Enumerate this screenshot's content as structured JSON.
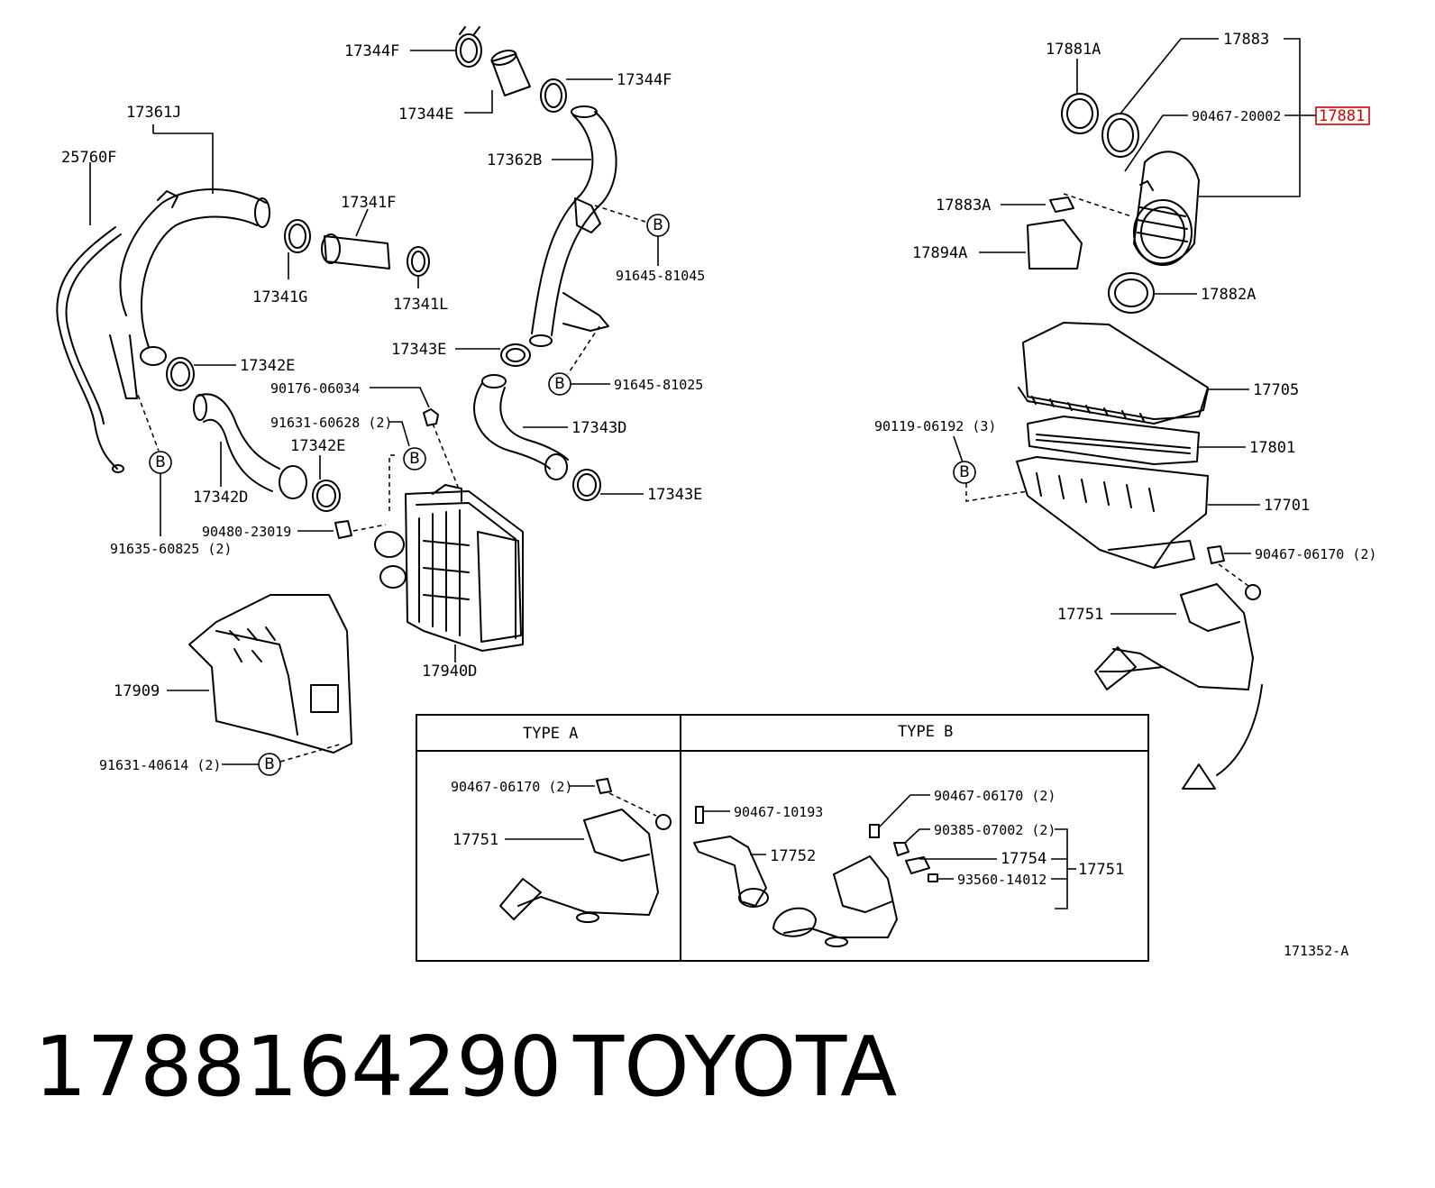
{
  "labels": {
    "l_17344F_a": "17344F",
    "l_17344F_b": "17344F",
    "l_17344E": "17344E",
    "l_17361J": "17361J",
    "l_25760F": "25760F",
    "l_17362B": "17362B",
    "l_17341F": "17341F",
    "l_17341G": "17341G",
    "l_17341L": "17341L",
    "l_91645_81045": "91645-81045",
    "l_17343E_a": "17343E",
    "l_91645_81025": "91645-81025",
    "l_17342E_a": "17342E",
    "l_90176_06034": "90176-06034",
    "l_17343D": "17343D",
    "l_91631_60628": "91631-60628 (2)",
    "l_17342E_b": "17342E",
    "l_17342D": "17342D",
    "l_17343E_b": "17343E",
    "l_90480_23019": "90480-23019",
    "l_91635_60825": "91635-60825 (2)",
    "l_17940D": "17940D",
    "l_17909": "17909",
    "l_91631_40614": "91631-40614 (2)",
    "l_17881A": "17881A",
    "l_17883": "17883",
    "l_90467_20002": "90467-20002",
    "l_17881": "17881",
    "l_17883A": "17883A",
    "l_17894A": "17894A",
    "l_17882A": "17882A",
    "l_17705": "17705",
    "l_90119_06192": "90119-06192 (3)",
    "l_17801": "17801",
    "l_17701": "17701",
    "l_90467_06170": "90467-06170 (2)",
    "l_17751": "17751",
    "l_ref": "171352-A"
  },
  "ref_marker": "B",
  "table": {
    "type_a": "TYPE A",
    "type_b": "TYPE B",
    "a_90467_06170": "90467-06170 (2)",
    "a_17751": "17751",
    "b_90467_10193": "90467-10193",
    "b_17752": "17752",
    "b_90467_06170": "90467-06170 (2)",
    "b_90385_07002": "90385-07002 (2)",
    "b_17754": "17754",
    "b_93560_14012": "93560-14012",
    "b_17751": "17751"
  },
  "footer": {
    "part_number": "1788164290",
    "brand": "TOYOTA"
  },
  "colors": {
    "highlight": "#d00000",
    "ink": "#000000"
  }
}
